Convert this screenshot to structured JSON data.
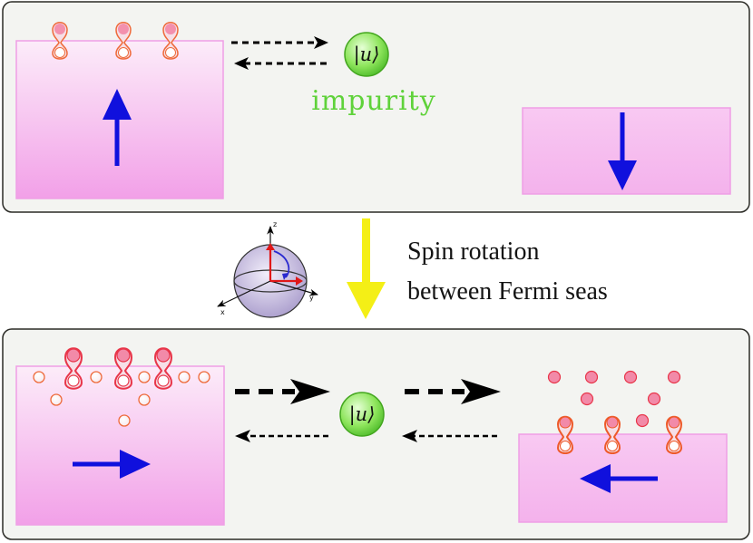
{
  "impurity_label": "impurity",
  "impurity_ket": "|u⟩",
  "caption": {
    "line1": "Spin rotation",
    "line2": "between Fermi seas"
  },
  "bloch_axes": {
    "x": "x",
    "y": "y",
    "z": "z"
  },
  "colors": {
    "panel_fill": "#f3f4f1",
    "panel_border": "#2b2b26",
    "fermi_sea_top": "#fbe9f8",
    "fermi_sea_bottom": "#f2a3ea",
    "spin_arrow": "#1010dd",
    "impurity_green": "#5fd23a",
    "transition_arrow": "#f4ef16",
    "particle_fill": "#f28aa8",
    "particle_outline": "#ee5a2a"
  }
}
